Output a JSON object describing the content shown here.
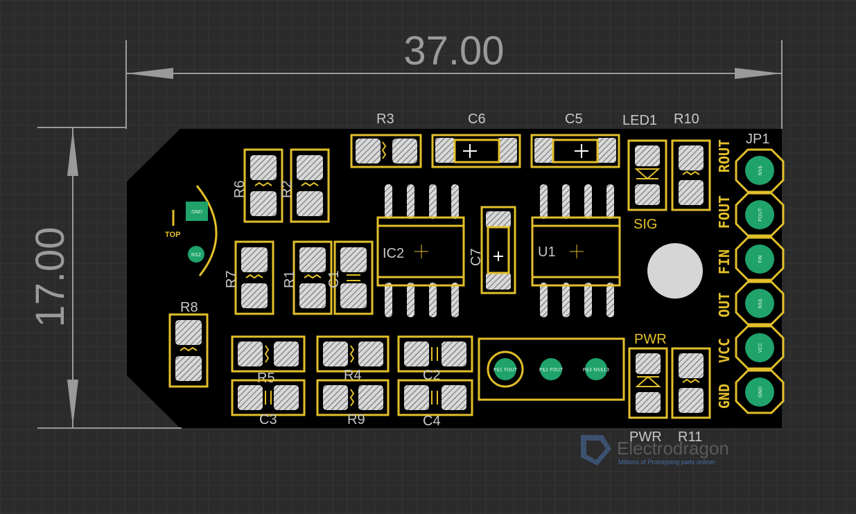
{
  "dimensions": {
    "width": "37.00",
    "height": "17.00"
  },
  "components": {
    "R3": "R3",
    "C6": "C6",
    "C5": "C5",
    "LED1": "LED1",
    "R10": "R10",
    "JP1": "JP1",
    "R6": "R6",
    "R2": "R2",
    "IC2": "IC2",
    "C7": "C7",
    "U1": "U1",
    "SIG": "SIG",
    "R7": "R7",
    "R1": "R1",
    "C1": "C1",
    "R8": "R8",
    "PWR": "PWR",
    "R5": "R5",
    "R4": "R4",
    "C2": "C2",
    "C3": "C3",
    "R9": "R9",
    "C4": "C4",
    "PWR_bottom": "PWR",
    "R11": "R11"
  },
  "pin_labels": [
    "ROUT",
    "FOUT",
    "FIN",
    "OUT",
    "VCC",
    "GND"
  ],
  "header_pins": [
    "NS$",
    "FOUT",
    "FIN",
    "NS$",
    "VCC",
    "GND"
  ],
  "test_points": [
    "P$1 FOUT",
    "P$2 FOUT",
    "P$3 NS$13"
  ],
  "top_pads": {
    "gnd": "GND",
    "ns2": "NS2",
    "top": "TOP"
  },
  "logo": {
    "name": "Electrodragon",
    "tagline": "Millions of Prototyping parts online!"
  },
  "colors": {
    "background": "#2b2b2b",
    "grid": "#3d3d3d",
    "board": "#000000",
    "silkscreen": "#e3c02a",
    "pad": "#c9c9c9",
    "copper_pin": "#1fa36b",
    "dimension": "#9a9a9a"
  }
}
